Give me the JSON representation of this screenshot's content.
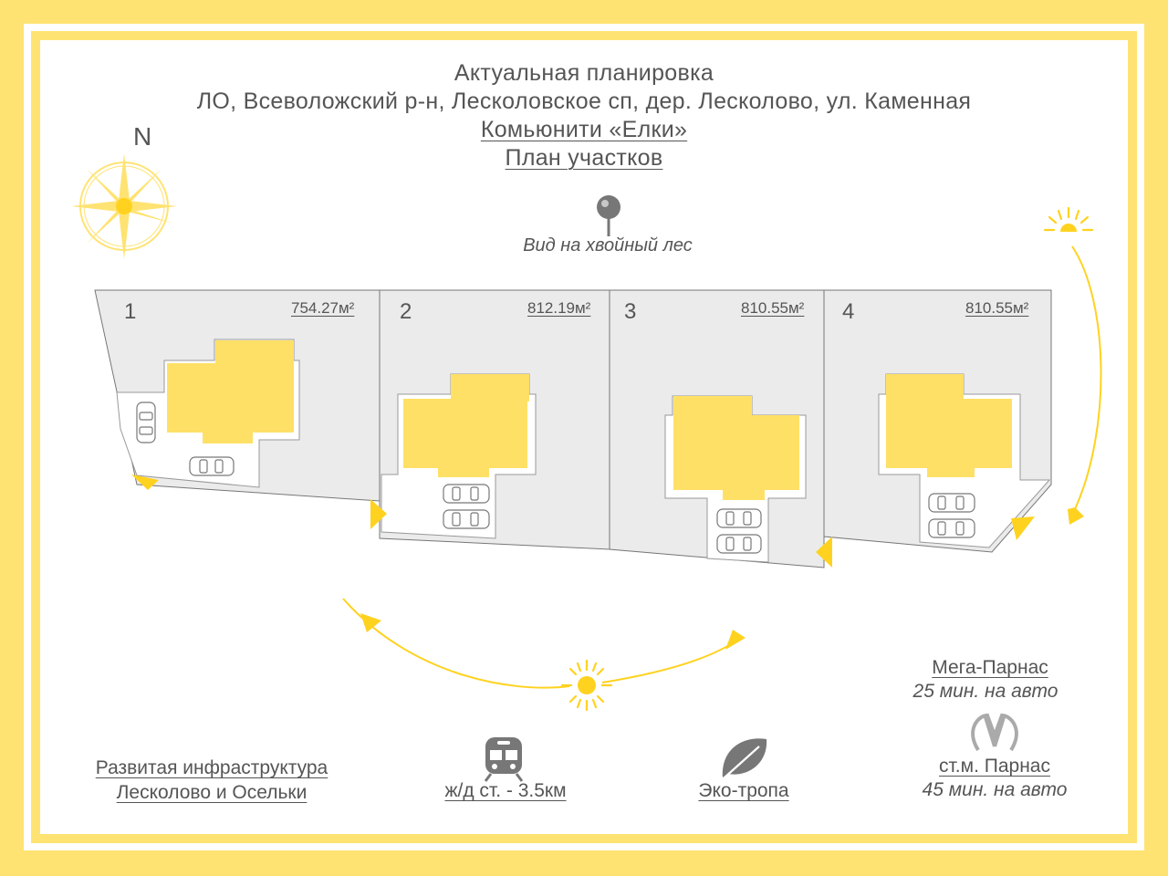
{
  "header": {
    "line1": "Актуальная планировка",
    "line2": "ЛО, Всеволожский р-н, Лесколовское сп, дер. Лесколово, ул. Каменная",
    "line3": "Комьюнити «Елки»",
    "line4": "План участков"
  },
  "compass": {
    "north_label": "N",
    "icon": "compass-rose-icon"
  },
  "forest_view": {
    "label": "Вид на хвойный лес",
    "icon": "map-pin-icon"
  },
  "plots": [
    {
      "number": "1",
      "area": "754.27м²"
    },
    {
      "number": "2",
      "area": "812.19м²"
    },
    {
      "number": "3",
      "area": "810.55м²"
    },
    {
      "number": "4",
      "area": "810.55м²"
    }
  ],
  "footer": {
    "infrastructure": {
      "line1": "Развитая инфраструктура",
      "line2": "Лесколово и Осельки"
    },
    "railway": {
      "label": "ж/д ст. - 3.5км",
      "icon": "train-icon"
    },
    "eco": {
      "label": "Эко-тропа",
      "icon": "leaf-icon"
    },
    "mega": {
      "title": "Мега-Парнас",
      "time": "25 мин. на авто"
    },
    "metro": {
      "title": "ст.м. Парнас",
      "time": "45 мин. на авто",
      "icon": "metro-icon"
    }
  },
  "colors": {
    "accent": "#ffe372",
    "house": "#ffe066",
    "plot_fill": "#ebebeb",
    "sun": "#ffd21f",
    "text": "#555555"
  }
}
